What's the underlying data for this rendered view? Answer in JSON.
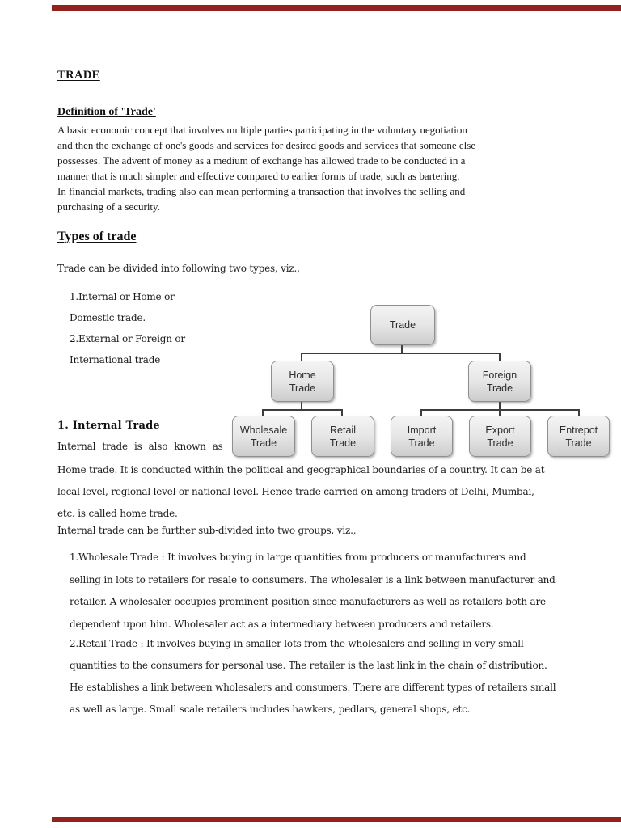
{
  "page": {
    "top_edge_color": "#93221e",
    "bottom_edge_color": "#93221e",
    "background_color": "#ffffff"
  },
  "document": {
    "title": "TRADE",
    "definition_heading": "Definition of 'Trade'",
    "definition_paragraph_lines": [
      "A basic economic concept that involves multiple parties participating in the voluntary negotiation",
      "and then the exchange of one's goods and services for desired goods and services that someone else",
      "possesses. The advent of money as a medium of exchange has allowed trade to be conducted in a",
      "manner that is much simpler and effective compared to earlier forms of trade, such as bartering.",
      "In financial markets, trading also can mean performing a transaction that involves the selling and",
      "purchasing of a security."
    ],
    "types_heading": "Types of trade",
    "types_intro": "Trade can be divided into following two types, viz.,",
    "types_list_lines": [
      "1.Internal or Home or",
      "Domestic trade.",
      "2.External or Foreign or",
      "International trade"
    ],
    "internal_heading": "1. Internal Trade",
    "internal_intro": "Internal trade is also known as",
    "internal_paragraph_lines": [
      "Home trade. It is conducted within the political and geographical boundaries of a country. It can be at",
      "local level, regional level or national level. Hence trade carried on among traders of Delhi, Mumbai,",
      "etc. is called home trade."
    ],
    "groups_intro": "Internal trade can be further sub-divided into two groups, viz.,",
    "wholesale_paragraph_lines": [
      "1.Wholesale Trade : It involves buying in large quantities from producers or manufacturers and",
      "selling in lots to retailers for resale to consumers. The wholesaler is a link between manufacturer and",
      "retailer. A wholesaler occupies prominent position since manufacturers as well as retailers both are",
      "dependent upon him. Wholesaler act as a intermediary between producers and retailers."
    ],
    "retail_paragraph_lines": [
      "2.Retail Trade : It involves buying in smaller lots from the wholesalers and selling in very small",
      "quantities to the consumers for personal use. The retailer is the last link in the chain of distribution.",
      "He establishes a link between wholesalers and consumers. There are different types of retailers small",
      "as well as large. Small scale retailers includes hawkers, pedlars, general shops, etc."
    ]
  },
  "diagram": {
    "type": "org-chart",
    "box_fill_top": "#f4f4f4",
    "box_fill_bottom": "#cccccc",
    "box_border_color": "#8f8f8f",
    "connector_color": "#3d3d3d",
    "nodes": [
      {
        "id": "trade",
        "label": "Trade",
        "parent": null
      },
      {
        "id": "home",
        "label": "Home Trade",
        "parent": "trade"
      },
      {
        "id": "foreign",
        "label": "Foreign Trade",
        "parent": "trade"
      },
      {
        "id": "wholesale",
        "label": "Wholesale Trade",
        "parent": "home"
      },
      {
        "id": "retail",
        "label": "Retail Trade",
        "parent": "home"
      },
      {
        "id": "import",
        "label": "Import Trade",
        "parent": "foreign"
      },
      {
        "id": "export",
        "label": "Export Trade",
        "parent": "foreign"
      },
      {
        "id": "entrepot",
        "label": "Entrepot Trade",
        "parent": "foreign"
      }
    ]
  }
}
